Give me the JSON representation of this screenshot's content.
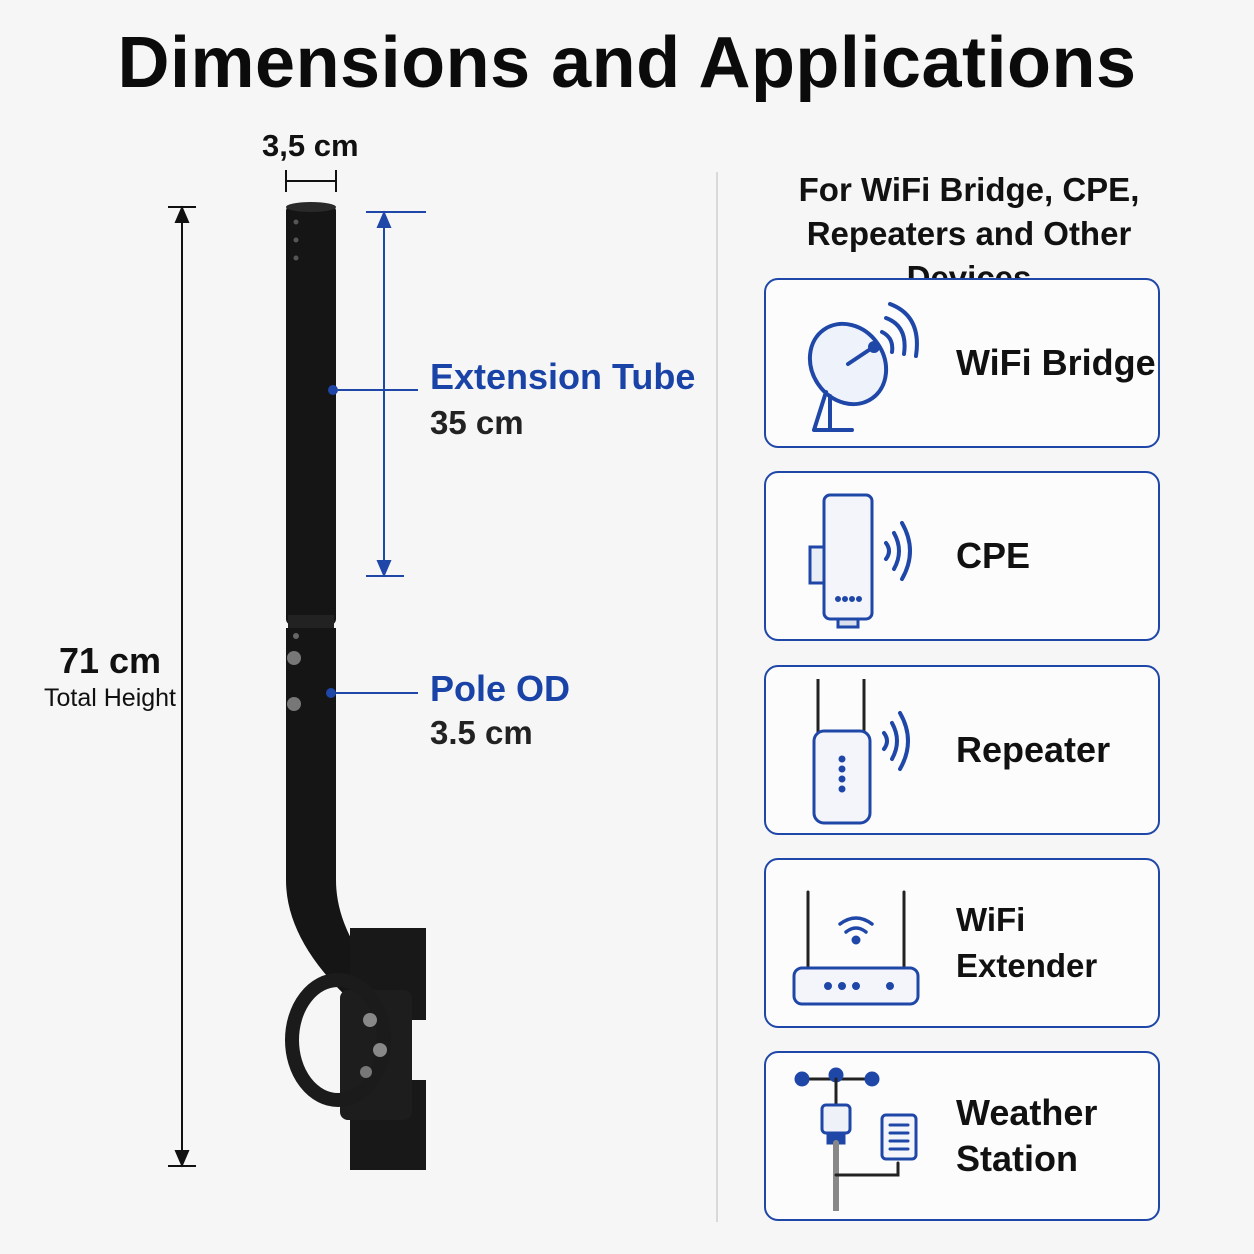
{
  "title": "Dimensions and Applications",
  "dimensions": {
    "tube_width": "3,5 cm",
    "total_height_value": "71 cm",
    "total_height_label": "Total Height",
    "extension_tube_label": "Extension Tube",
    "extension_tube_value": "35 cm",
    "pole_od_label": "Pole OD",
    "pole_od_value": "3.5 cm"
  },
  "applications": {
    "heading_line1": "For WiFi Bridge, CPE,",
    "heading_line2": "Repeaters and Other Devices",
    "items": [
      {
        "label": "WiFi Bridge",
        "icon": "satellite-dish-icon"
      },
      {
        "label": "CPE",
        "icon": "cpe-device-icon"
      },
      {
        "label": "Repeater",
        "icon": "repeater-icon"
      },
      {
        "label": "WiFi Extender",
        "icon": "router-icon"
      },
      {
        "label_line1": "Weather",
        "label_line2": "Station",
        "icon": "weather-station-icon"
      }
    ]
  },
  "colors": {
    "accent": "#1f47a8",
    "pole": "#151515",
    "background": "#f6f6f6"
  }
}
